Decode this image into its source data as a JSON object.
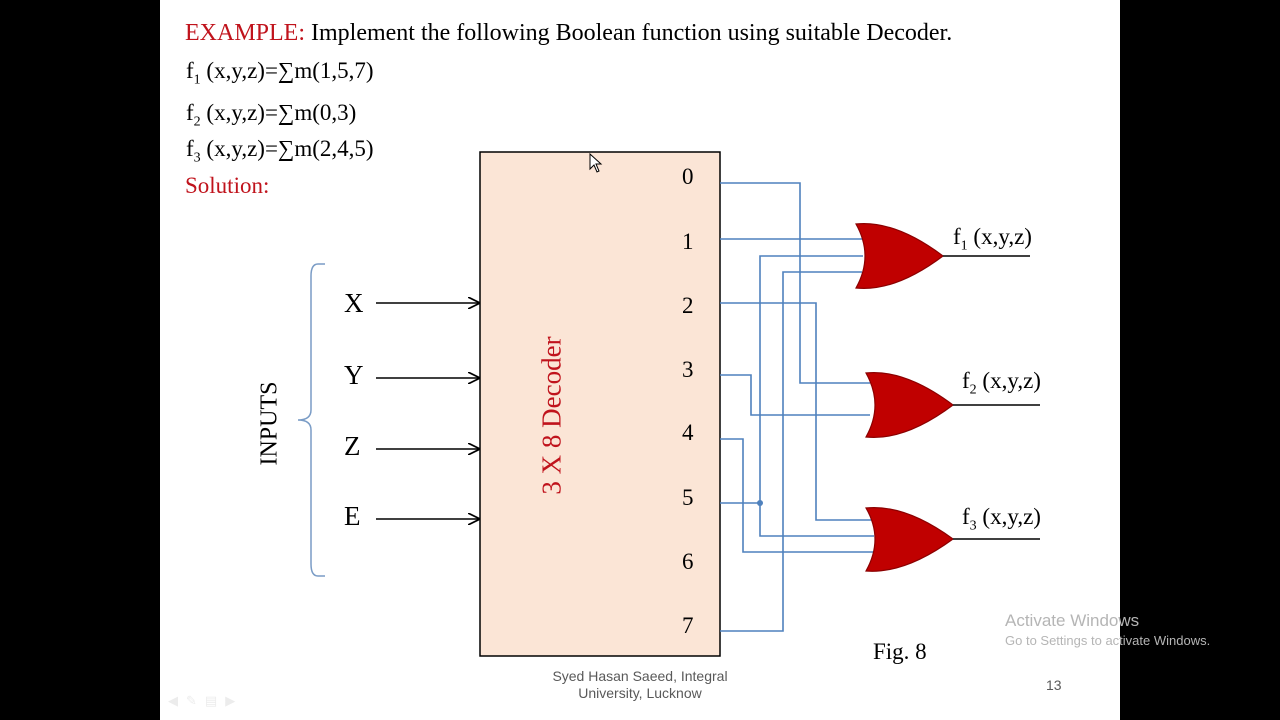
{
  "slide": {
    "title_prefix": "EXAMPLE:",
    "title_text": "Implement the following Boolean function using suitable Decoder.",
    "functions": [
      {
        "name": "f",
        "sub": "1",
        "expr": " (x,y,z)=∑m(1,5,7)"
      },
      {
        "name": "f",
        "sub": "2",
        "expr": " (x,y,z)=∑m(0,3)"
      },
      {
        "name": "f",
        "sub": "3",
        "expr": " (x,y,z)=∑m(2,4,5)"
      }
    ],
    "solution_label": "Solution:",
    "inputs_label": "INPUTS",
    "inputs": [
      "X",
      "Y",
      "Z",
      "E"
    ],
    "decoder_label": "3 X 8 Decoder",
    "decoder_outputs": [
      "0",
      "1",
      "2",
      "3",
      "4",
      "5",
      "6",
      "7"
    ],
    "gates": [
      {
        "name": "f",
        "sub": "1",
        "expr": " (x,y,z)",
        "minterms": [
          1,
          5,
          7
        ]
      },
      {
        "name": "f",
        "sub": "2",
        "expr": " (x,y,z)",
        "minterms": [
          0,
          3
        ]
      },
      {
        "name": "f",
        "sub": "3",
        "expr": " (x,y,z)",
        "minterms": [
          2,
          4,
          5
        ]
      }
    ],
    "figure_caption": "Fig. 8",
    "footer": "Syed Hasan Saeed, Integral University, Lucknow",
    "page_number": "13"
  },
  "overlay": {
    "activate_title": "Activate Windows",
    "activate_subtitle": "Go to Settings to activate Windows."
  },
  "colors": {
    "accent_red": "#c0131c",
    "gate_red": "#c00000",
    "decoder_fill": "#fbe5d6",
    "wire_blue": "#4f81bd"
  }
}
